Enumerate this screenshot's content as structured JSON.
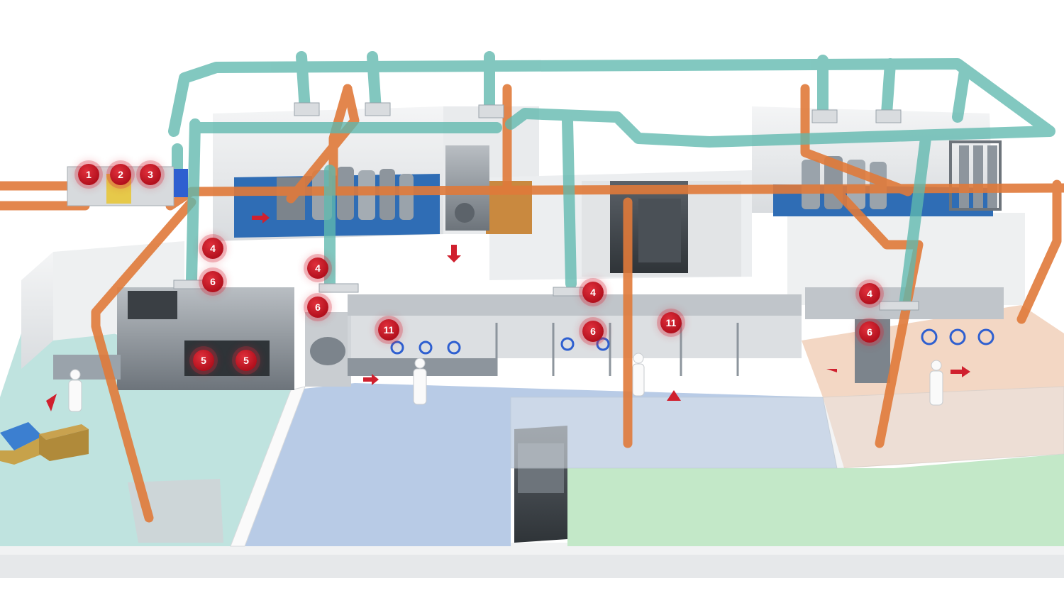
{
  "colors": {
    "air_supply_duct": "#5fb8ae",
    "process_pipe": "#e07a3a",
    "marker": "#c8192b",
    "floor_left": "#bfe3df",
    "floor_center": "#b8cbe6",
    "floor_right": "#f3d7c4",
    "floor_bottom": "#c3e8c8",
    "equipment": "#8a9096",
    "tank_floor": "#2f6db5",
    "flow_arrow": "#d0202e"
  },
  "markers": [
    {
      "label": "1"
    },
    {
      "label": "2"
    },
    {
      "label": "3"
    },
    {
      "label": "4"
    },
    {
      "label": "6"
    },
    {
      "label": "4"
    },
    {
      "label": "6"
    },
    {
      "label": "5"
    },
    {
      "label": "5"
    },
    {
      "label": "11"
    },
    {
      "label": "4"
    },
    {
      "label": "6"
    },
    {
      "label": "11"
    },
    {
      "label": "4"
    },
    {
      "label": "6"
    }
  ],
  "icons": [
    "flow-arrow-icon",
    "operator-figure-icon"
  ]
}
